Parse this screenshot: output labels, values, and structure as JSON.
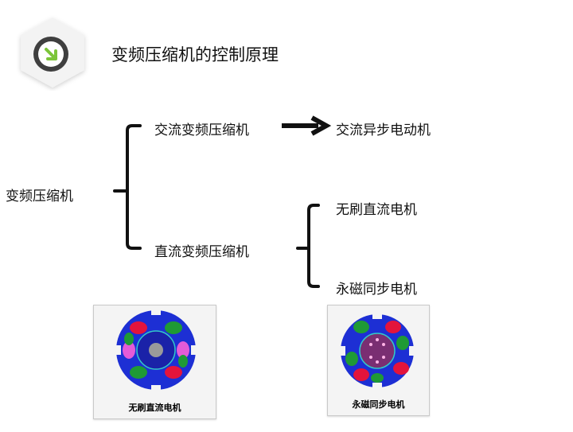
{
  "title": "变频压缩机的控制原理",
  "root": "变频压缩机",
  "branches": {
    "ac": "交流变频压缩机",
    "dc": "直流变频压缩机"
  },
  "leaves": {
    "ac_motor": "交流异步电动机",
    "brushless": "无刷直流电机",
    "pm_sync": "永磁同步电机"
  },
  "images": {
    "left_caption": "无刷直流电机",
    "right_caption": "永磁同步电机"
  },
  "icons": {
    "badge": "arrow-down-right-icon",
    "arrow": "right-arrow-icon"
  },
  "colors": {
    "badge_circle": "#3f3f3f",
    "badge_accent": "#7cc53a",
    "motor_stator": "#1d2fd4",
    "motor_magnet_red": "#e3143c",
    "motor_magnet_green": "#1f9a35",
    "motor_magnet_pink": "#e45bd8"
  }
}
